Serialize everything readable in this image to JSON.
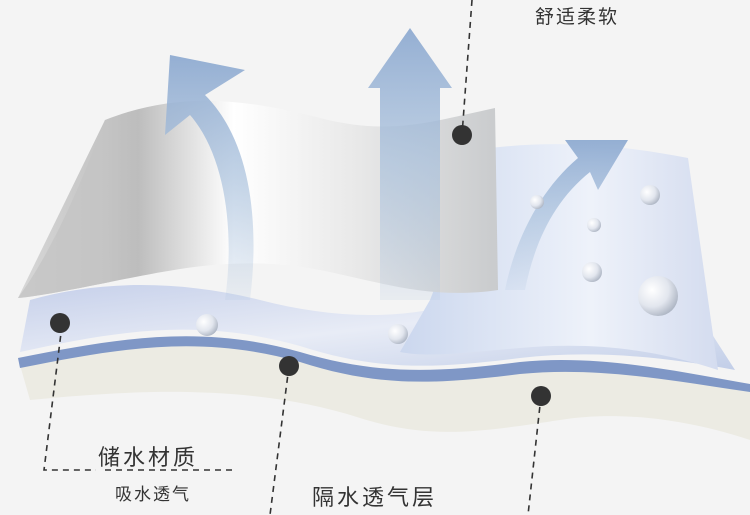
{
  "labels": {
    "comfort": "舒适柔软",
    "storage": "储水材质",
    "storage_sub": "吸水透气",
    "barrier": "隔水透气层"
  },
  "colors": {
    "background": "#f4f4f4",
    "text": "#333333",
    "arrow": "#a8c0dc",
    "callout_dot": "#333333",
    "mid_layer": "#b9c7e6",
    "bottom_line": "#7f97c6"
  },
  "icons": {
    "arrows": "arrow-up-icon",
    "droplets": "water-droplet-icon",
    "markers": "callout-dot-icon"
  }
}
